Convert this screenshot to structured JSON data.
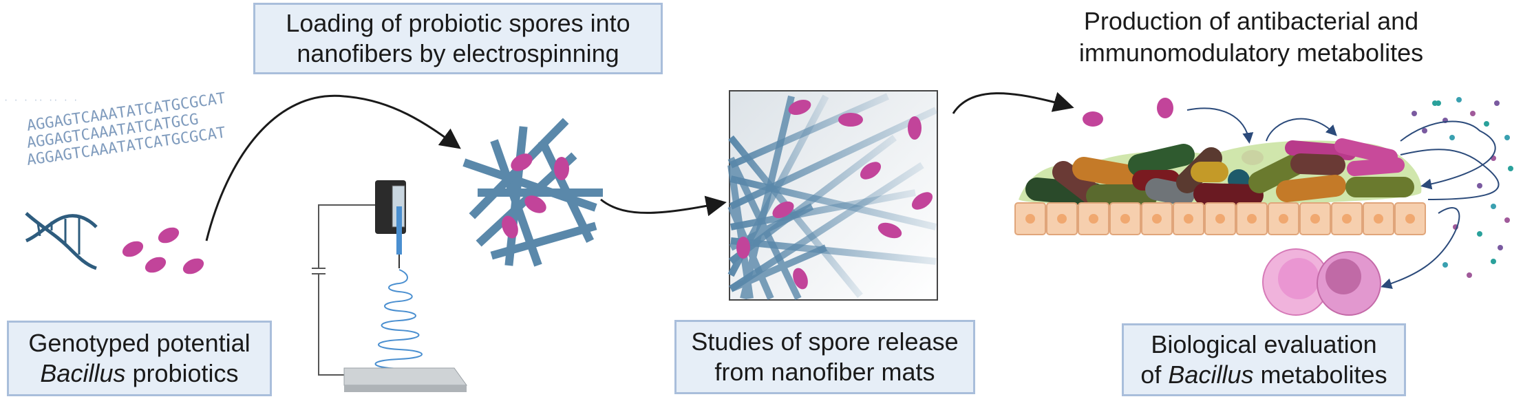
{
  "labels": {
    "genotyped_line1": "Genotyped potential",
    "genotyped_italic": "Bacillus",
    "genotyped_rest": " probiotics",
    "loading_line1": "Loading of probiotic spores into",
    "loading_line2": "nanofibers by electrospinning",
    "release_line1": "Studies of spore release",
    "release_line2": "from nanofiber mats",
    "production_line1": "Production of antibacterial and",
    "production_line2": "immunomodulatory metabolites",
    "evaluation_line1": "Biological evaluation",
    "evaluation_prefix": "of ",
    "evaluation_italic": "Bacillus",
    "evaluation_rest": " metabolites"
  },
  "dna_sequences": [
    "AGGAGTCAAATATCATGCGCAT",
    "AGGAGTCAAATATCATGCG",
    "AGGAGTCAAATATCATGCGCAT"
  ],
  "colors": {
    "box_fill": "#e6eef7",
    "box_border": "#a9bedb",
    "spore": "#c2449a",
    "fiber": "#5a88aa",
    "arrow": "#1a1a1a",
    "epithelium": "#f6cfae",
    "immune_cell": "#d67ab8"
  },
  "icons": [
    "dna-helix-icon",
    "spore-icon",
    "syringe-pump-icon",
    "nanofiber-icon",
    "bacteria-biofilm-icon",
    "epithelial-cells-icon",
    "immune-cell-icon",
    "metabolite-dots-icon"
  ]
}
